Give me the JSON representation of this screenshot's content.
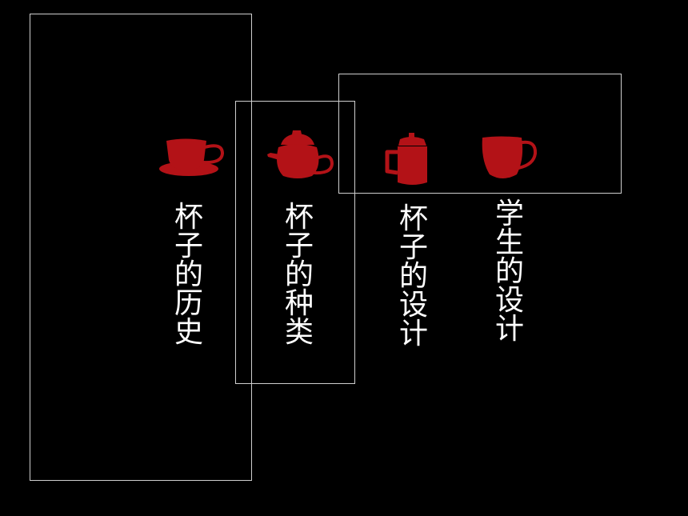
{
  "colors": {
    "background": "#000000",
    "frame": "#cfcfcf",
    "icon": "#b31217",
    "text": "#ffffff"
  },
  "menu": {
    "items": [
      {
        "icon": "teacup-icon",
        "label": "杯子的历史"
      },
      {
        "icon": "teapot-icon",
        "label": "杯子的种类"
      },
      {
        "icon": "lidded-mug-icon",
        "label": "杯子的设计"
      },
      {
        "icon": "cup-icon",
        "label": "学生的设计"
      }
    ]
  }
}
